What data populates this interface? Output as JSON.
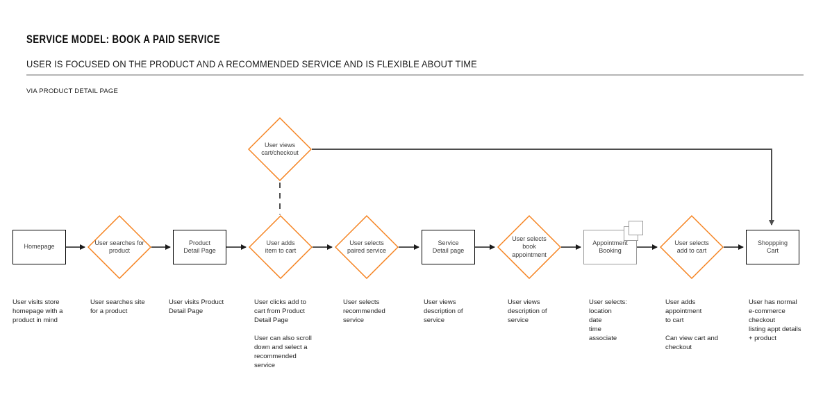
{
  "header": {
    "title": "SERVICE MODEL: BOOK A PAID SERVICE",
    "subtitle": "USER IS FOCUSED ON THE PRODUCT AND A RECOMMENDED SERVICE AND IS FLEXIBLE ABOUT TIME",
    "eyebrow": "VIA PRODUCT DETAIL PAGE"
  },
  "colors": {
    "diamond_stroke": "#F5821F",
    "rect_stroke": "#000000",
    "muted_stroke": "#9B9B9B",
    "connector": "#1A1A1A",
    "connector_secondary": "#4D4D4D",
    "divider": "#B5B5B5",
    "text": "#3B3B3B"
  },
  "flow": {
    "nodes": {
      "homepage": {
        "shape": "rect",
        "label": "Homepage"
      },
      "search_product": {
        "shape": "diamond",
        "label": "User searches for\nproduct"
      },
      "product_detail": {
        "shape": "rect",
        "label": "Product\nDetail Page"
      },
      "add_item": {
        "shape": "diamond",
        "label": "User adds\nitem to cart"
      },
      "views_cart": {
        "shape": "diamond",
        "label": "User views\ncart/checkout"
      },
      "paired_service": {
        "shape": "diamond",
        "label": "User selects\npaired service"
      },
      "service_detail": {
        "shape": "rect",
        "label": "Service\nDetail page"
      },
      "book_appointment": {
        "shape": "diamond",
        "label": "User selects\nbook\nappointment"
      },
      "appointment_booking": {
        "shape": "rect",
        "label": "Appointment\nBooking"
      },
      "add_to_cart": {
        "shape": "diamond",
        "label": "User selects\nadd to cart"
      },
      "shopping_cart": {
        "shape": "rect",
        "label": "Shoppping\nCart"
      }
    },
    "descriptions": [
      "User visits store\nhomepage with a\nproduct in mind",
      "User searches site\nfor a product",
      "User visits Product\nDetail Page",
      "User clicks add to\ncart from Product\nDetail Page\n\nUser can also scroll\ndown and select  a\nrecommended\nservice",
      "User selects\nrecommended\nservice",
      "User views\ndescription of\nservice",
      "User views\ndescription of\nservice",
      "User selects:\nlocation\ndate\ntime\nassociate",
      "User adds\nappointment\nto cart\n\nCan view cart and\ncheckout",
      "User has normal\ne-commerce\ncheckout\nlisting appt details\n+ product"
    ]
  }
}
